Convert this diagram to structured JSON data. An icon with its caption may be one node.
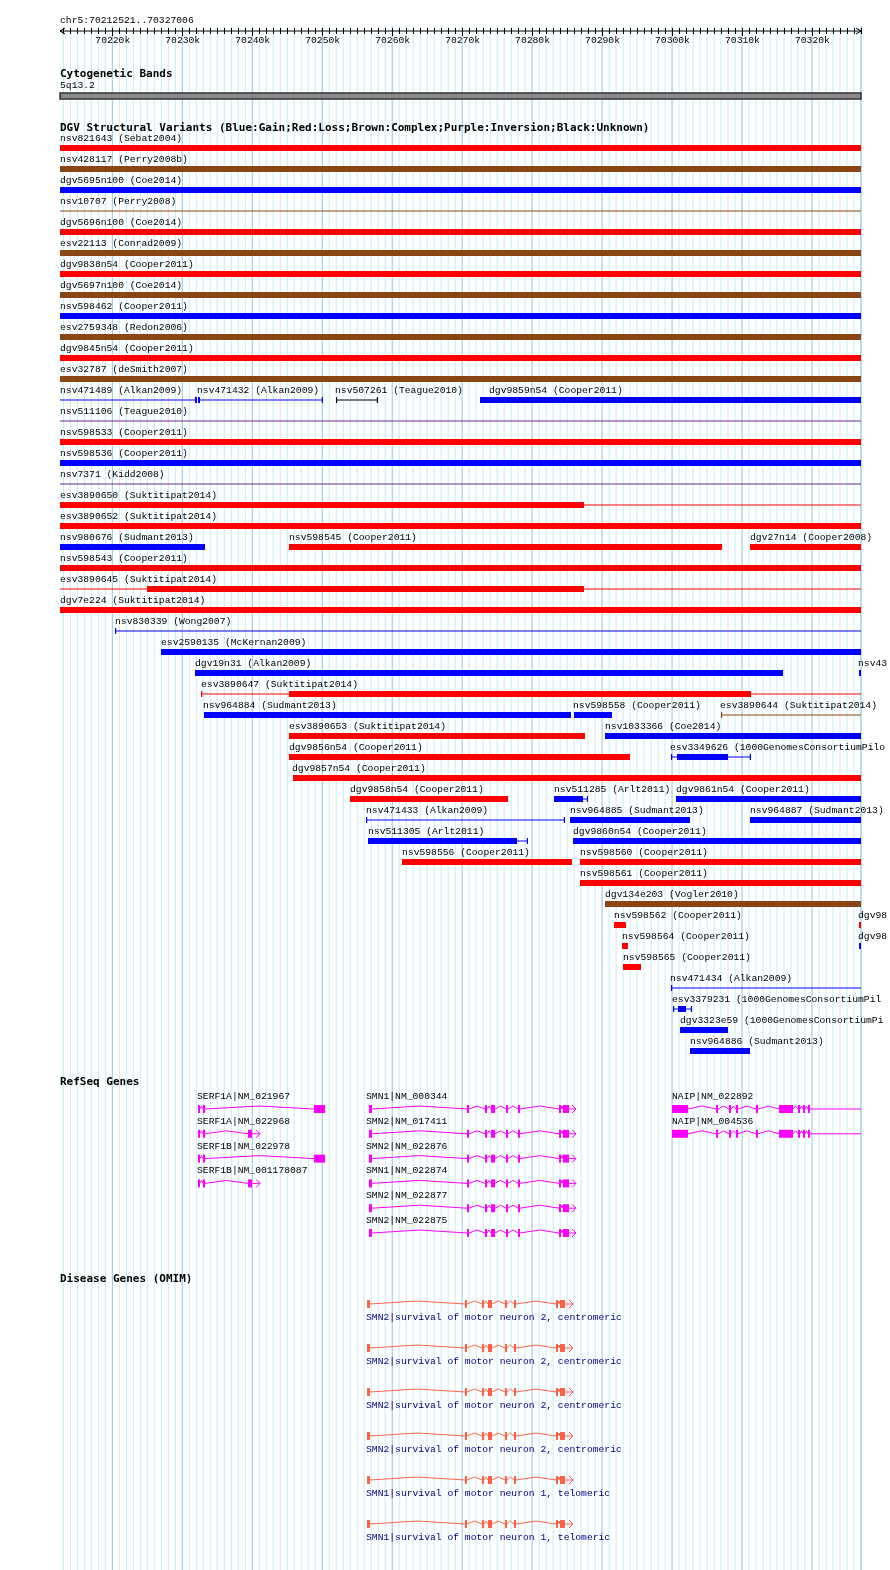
{
  "diagram": {
    "labels": [
      "chr5:70212521..70327006",
      "70220k",
      "70230k",
      "70240k",
      "70250k",
      "70260k",
      "70270k",
      "70280k",
      "70290k",
      "70300k",
      "70310k",
      "70320k",
      "Cytogenetic Bands",
      "5q13.2",
      "DGV Structural Variants (Blue:Gain;Red:Loss;Brown:Complex;Purple:Inversion;Black:Unknown)",
      "nsv821643 (Sebat2004)",
      "nsv428117 (Perry2008b)",
      "dgv5695n100 (Coe2014)",
      "nsv10707 (Perry2008)",
      "dgv5696n100 (Coe2014)",
      "esv22113 (Conrad2009)",
      "dgv9838n54 (Cooper2011)",
      "dgv5697n100 (Coe2014)",
      "nsv598462 (Cooper2011)",
      "esv2759348 (Redon2006)",
      "dgv9845n54 (Cooper2011)",
      "esv32787 (deSmith2007)",
      "nsv471489 (Alkan2009)",
      "nsv471432 (Alkan2009)",
      "nsv507261 (Teague2010)",
      "dgv9859n54 (Cooper2011)",
      "nsv511106 (Teague2010)",
      "nsv598533 (Cooper2011)",
      "nsv598536 (Cooper2011)",
      "nsv7371 (Kidd2008)",
      "esv3890650 (Suktitipat2014)",
      "esv3890652 (Suktitipat2014)",
      "nsv980676 (Sudmant2013)",
      "nsv598545 (Cooper2011)",
      "dgv27n14 (Cooper2008)",
      "nsv598543 (Cooper2011)",
      "esv3890645 (Suktitipat2014)",
      "dgv7e224 (Suktitipat2014)",
      "nsv830339 (Wong2007)",
      "esv2590135 (McKernan2009)",
      "dgv19n31 (Alkan2009)",
      "nsv43",
      "esv3890647 (Suktitipat2014)",
      "nsv964884 (Sudmant2013)",
      "nsv598558 (Cooper2011)",
      "esv3890644 (Suktitipat2014)",
      "esv3890653 (Suktitipat2014)",
      "nsv1033366 (Coe2014)",
      "dgv9856n54 (Cooper2011)",
      "esv3349626 (1000GenomesConsortiumPilo",
      "dgv9857n54 (Cooper2011)",
      "dgv9858n54 (Cooper2011)",
      "nsv511285 (Arlt2011)",
      "dgv9861n54 (Cooper2011)",
      "nsv471433 (Alkan2009)",
      "nsv964885 (Sudmant2013)",
      "nsv964887 (Sudmant2013)",
      "nsv511305 (Arlt2011)",
      "dgv9860n54 (Cooper2011)",
      "nsv598556 (Cooper2011)",
      "nsv598560 (Cooper2011)",
      "nsv598561 (Cooper2011)",
      "dgv134e203 (Vogler2010)",
      "nsv598562 (Cooper2011)",
      "dgv98",
      "nsv598564 (Cooper2011)",
      "dgv98",
      "nsv598565 (Cooper2011)",
      "nsv471434 (Alkan2009)",
      "esv3379231 (1000GenomesConsortiumPil",
      "dgv3323e59 (1000GenomesConsortiumPi",
      "nsv964886 (Sudmant2013)",
      "RefSeq Genes",
      "SERF1A|NM_021967",
      "SMN1|NM_000344",
      "NAIP|NM_022892",
      "SERF1A|NM_022968",
      "SMN2|NM_017411",
      "NAIP|NM_004536",
      "SERF1B|NM_022978",
      "SMN2|NM_022876",
      "SERF1B|NM_001178087",
      "SMN1|NM_022874",
      "SMN2|NM_022877",
      "SMN2|NM_022875",
      "Disease Genes (OMIM)",
      "SMN2|survival of motor neuron 2, centromeric",
      "SMN2|survival of motor neuron 2, centromeric",
      "SMN2|survival of motor neuron 2, centromeric",
      "SMN2|survival of motor neuron 2, centromeric",
      "SMN1|survival of motor neuron 1, telomeric",
      "SMN1|survival of motor neuron 1, telomeric"
    ]
  }
}
